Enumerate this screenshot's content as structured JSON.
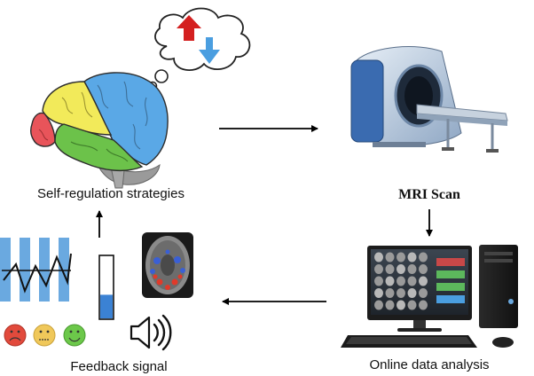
{
  "labels": {
    "self_regulation": "Self-regulation strategies",
    "mri_scan": "MRI Scan",
    "feedback_signal": "Feedback signal",
    "online_analysis": "Online data analysis"
  },
  "colors": {
    "brain_blue": "#5aa8e6",
    "brain_yellow": "#f2ea5a",
    "brain_green": "#6cc24a",
    "brain_red": "#e8545a",
    "arrow_up": "#d42020",
    "arrow_down": "#4a9ee0",
    "thermometer_fill": "#3b82d4",
    "stripe_blue": "#6aa9e0",
    "face_red": "#e24a3c",
    "face_yellow": "#f0c85a",
    "face_green": "#6cc84a"
  },
  "feedback_thermometer_level": 0.38,
  "icons": [
    "brain-icon",
    "thought-cloud-icon",
    "up-down-arrows-icon",
    "mri-scanner-icon",
    "computer-icon",
    "brain-scan-icon",
    "speaker-icon",
    "smiley-faces-icon",
    "line-graph-icon",
    "thermometer-icon"
  ]
}
